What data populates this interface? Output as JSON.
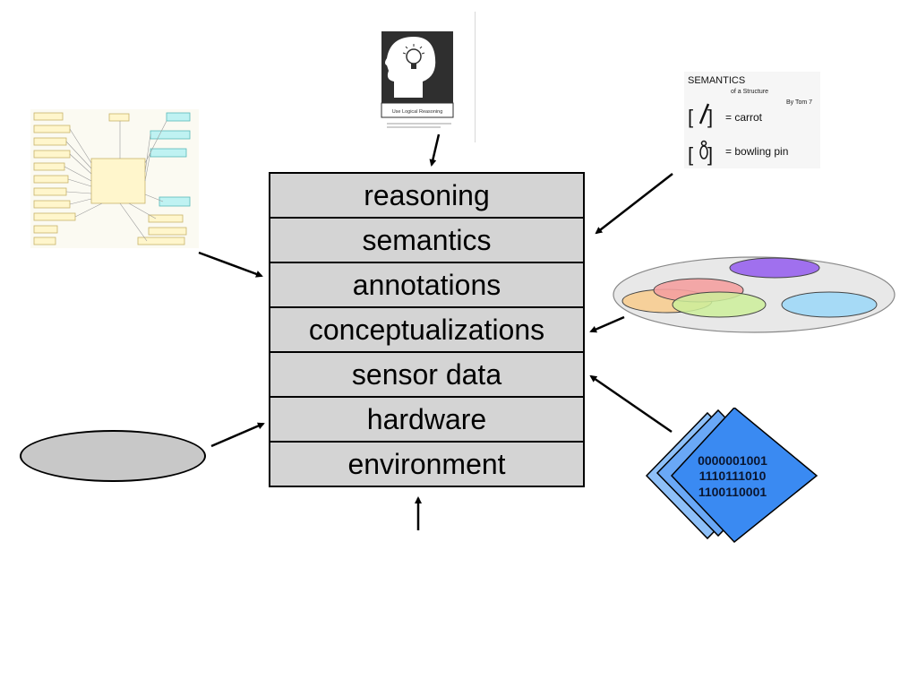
{
  "layers": [
    "reasoning",
    "semantics",
    "annotations",
    "conceptualizations",
    "sensor data",
    "hardware",
    "environment"
  ],
  "reasoning_image": {
    "caption": "Use Logical Reasoning"
  },
  "semantics_image": {
    "title": "SEMANTICS",
    "subtitle": "of a Structure",
    "byline": "By Tom 7",
    "row1": "= carrot",
    "row2": "= bowling pin"
  },
  "binary_rows": [
    "0000001001",
    "1110111010",
    "1100110001"
  ],
  "colors": {
    "layer_fill": "#d4d4d4",
    "gray_ellipse": "#c8c8c8",
    "plate": "#e8e8e8",
    "violet": "#a070ee",
    "red": "#f4a0a0",
    "orange": "#f6d09a",
    "green": "#cdee9a",
    "blue": "#a6daf6",
    "diamond": "#3a8af2"
  }
}
